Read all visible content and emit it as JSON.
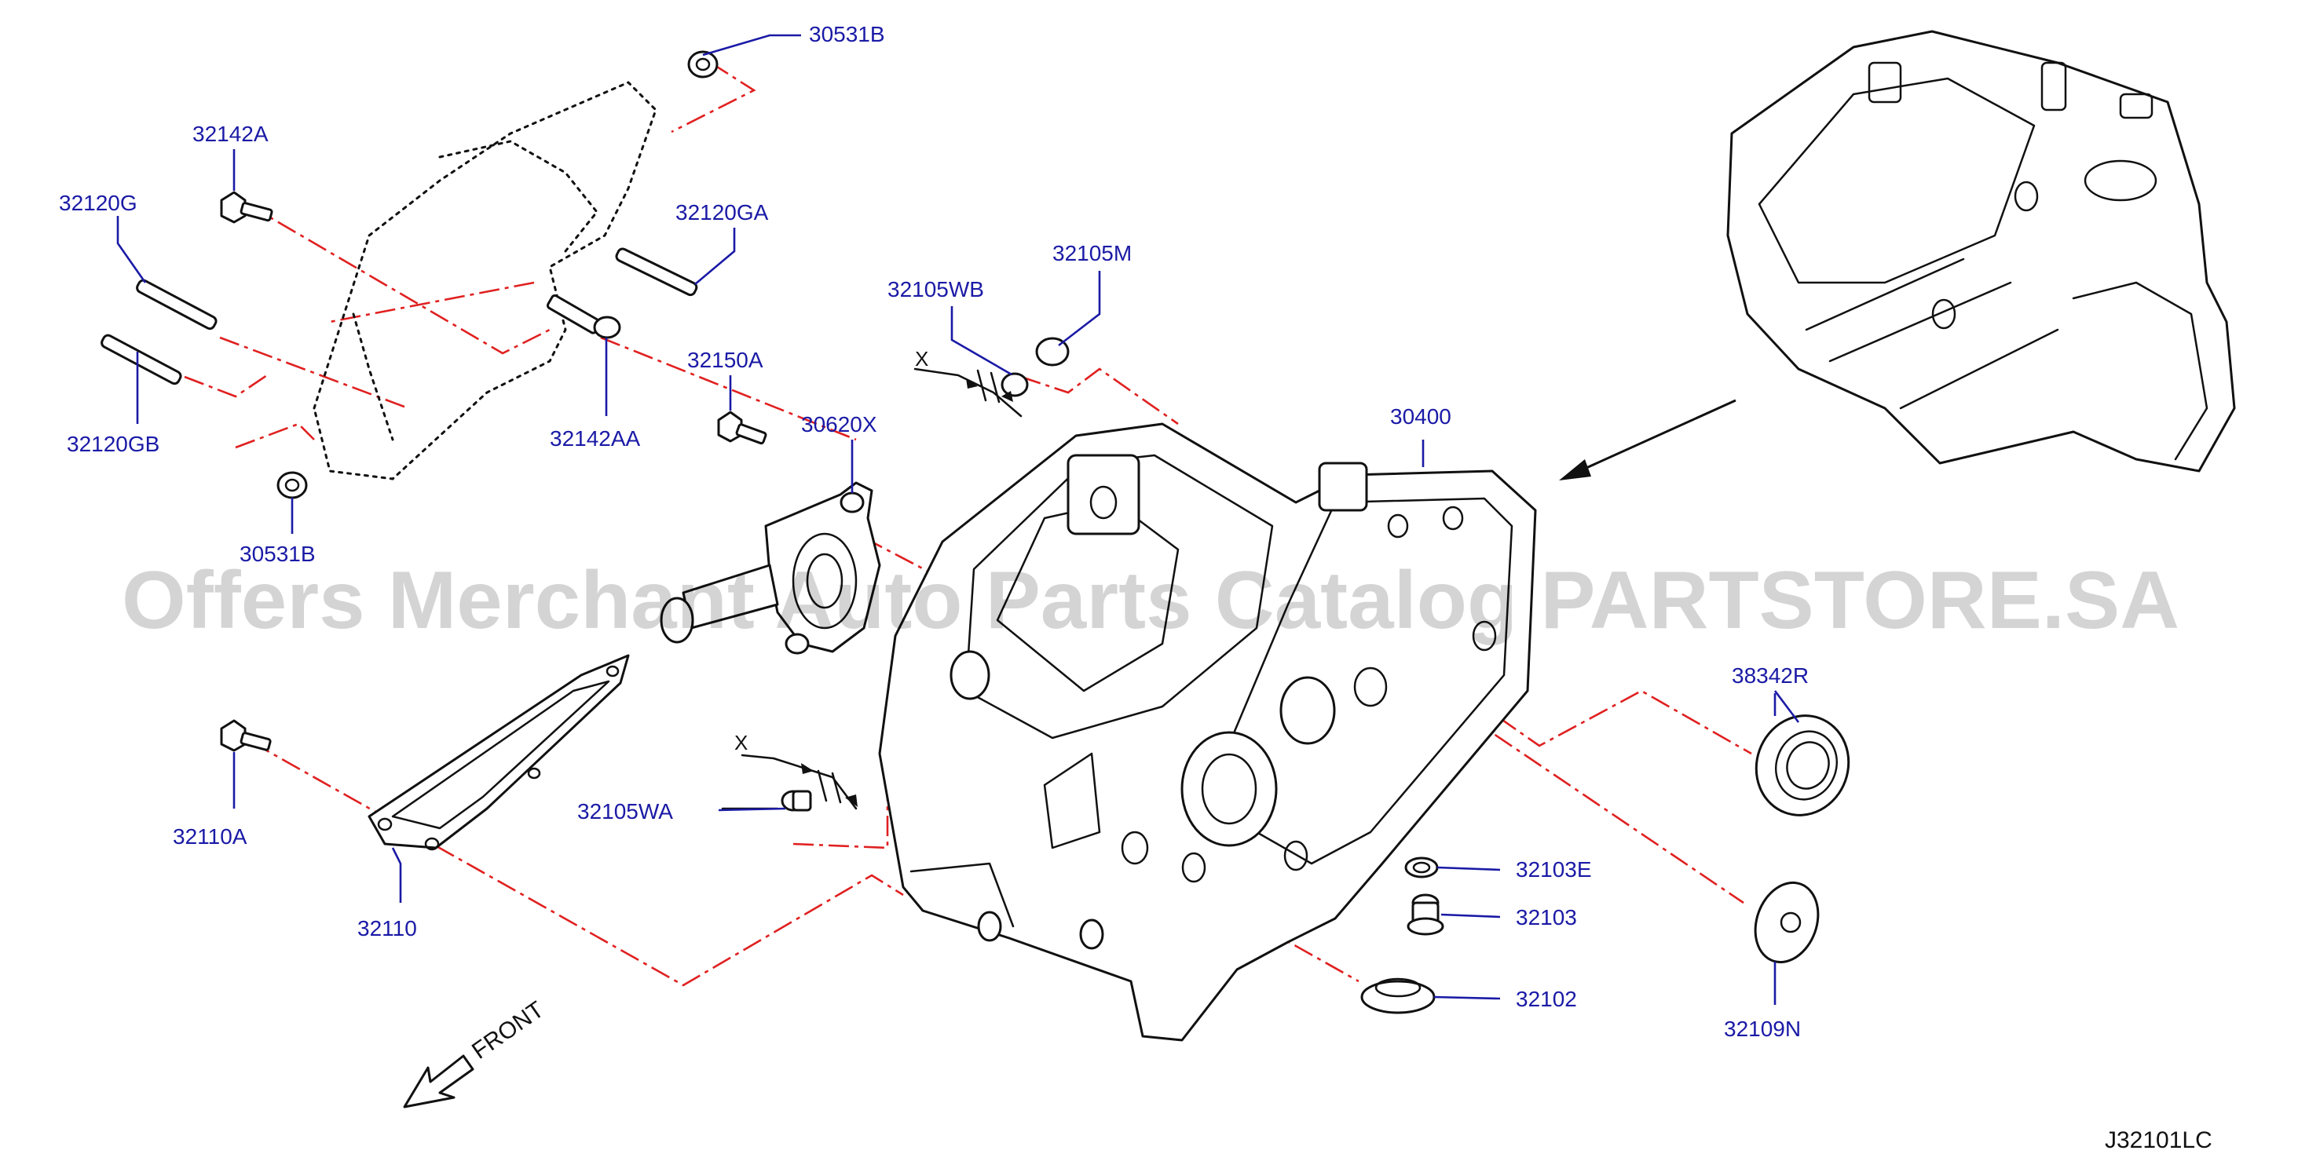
{
  "labels": {
    "p30531B_top": "30531B",
    "p32142A": "32142A",
    "p32120G": "32120G",
    "p32120GA": "32120GA",
    "p32120GB": "32120GB",
    "p32142AA": "32142AA",
    "p30531B_bottom": "30531B",
    "p32150A": "32150A",
    "p30620X": "30620X",
    "p32105WB": "32105WB",
    "p32105M": "32105M",
    "p30400": "30400",
    "p38342R": "38342R",
    "p32110A": "32110A",
    "p32110": "32110",
    "p32105WA": "32105WA",
    "p32103E": "32103E",
    "p32103": "32103",
    "p32102": "32102",
    "p32109N": "32109N"
  },
  "marks": {
    "x_top": "X",
    "x_bottom": "X"
  },
  "front_label": "FRONT",
  "diagram_code": "J32101LC",
  "watermark": "Offers Merchant Auto Parts Catalog PARTSTORE.SA",
  "colors": {
    "label_text": "#1a1aa6",
    "leader_line": "#1a1aa6",
    "reference_line": "#e02020",
    "outline": "#111111"
  }
}
